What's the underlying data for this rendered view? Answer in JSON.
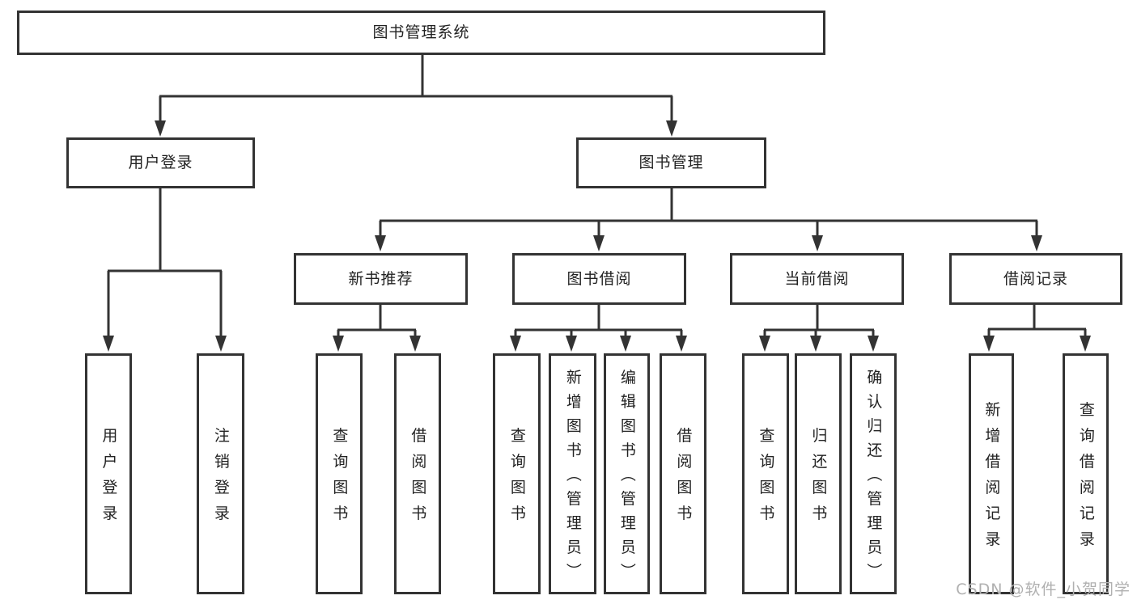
{
  "colors": {
    "line": "#333333",
    "text": "#222222",
    "box_bg": "#ffffff",
    "bg": "#ffffff",
    "watermark": "#b0b0b0"
  },
  "watermark": {
    "text": "CSDN @软件_小贺同学"
  },
  "tree": {
    "label": "图书管理系统",
    "children": [
      {
        "label": "用户登录",
        "children": [
          {
            "label": "用户登录"
          },
          {
            "label": "注销登录"
          }
        ]
      },
      {
        "label": "图书管理",
        "children": [
          {
            "label": "新书推荐",
            "children": [
              {
                "label": "查询图书"
              },
              {
                "label": "借阅图书"
              }
            ]
          },
          {
            "label": "图书借阅",
            "children": [
              {
                "label": "查询图书"
              },
              {
                "label": "新增图书（管理员）"
              },
              {
                "label": "编辑图书（管理员）"
              },
              {
                "label": "借阅图书"
              }
            ]
          },
          {
            "label": "当前借阅",
            "children": [
              {
                "label": "查询图书"
              },
              {
                "label": "归还图书"
              },
              {
                "label": "确认归还（管理员）"
              }
            ]
          },
          {
            "label": "借阅记录",
            "children": [
              {
                "label": "新增借阅记录"
              },
              {
                "label": "查询借阅记录"
              }
            ]
          }
        ]
      }
    ]
  }
}
